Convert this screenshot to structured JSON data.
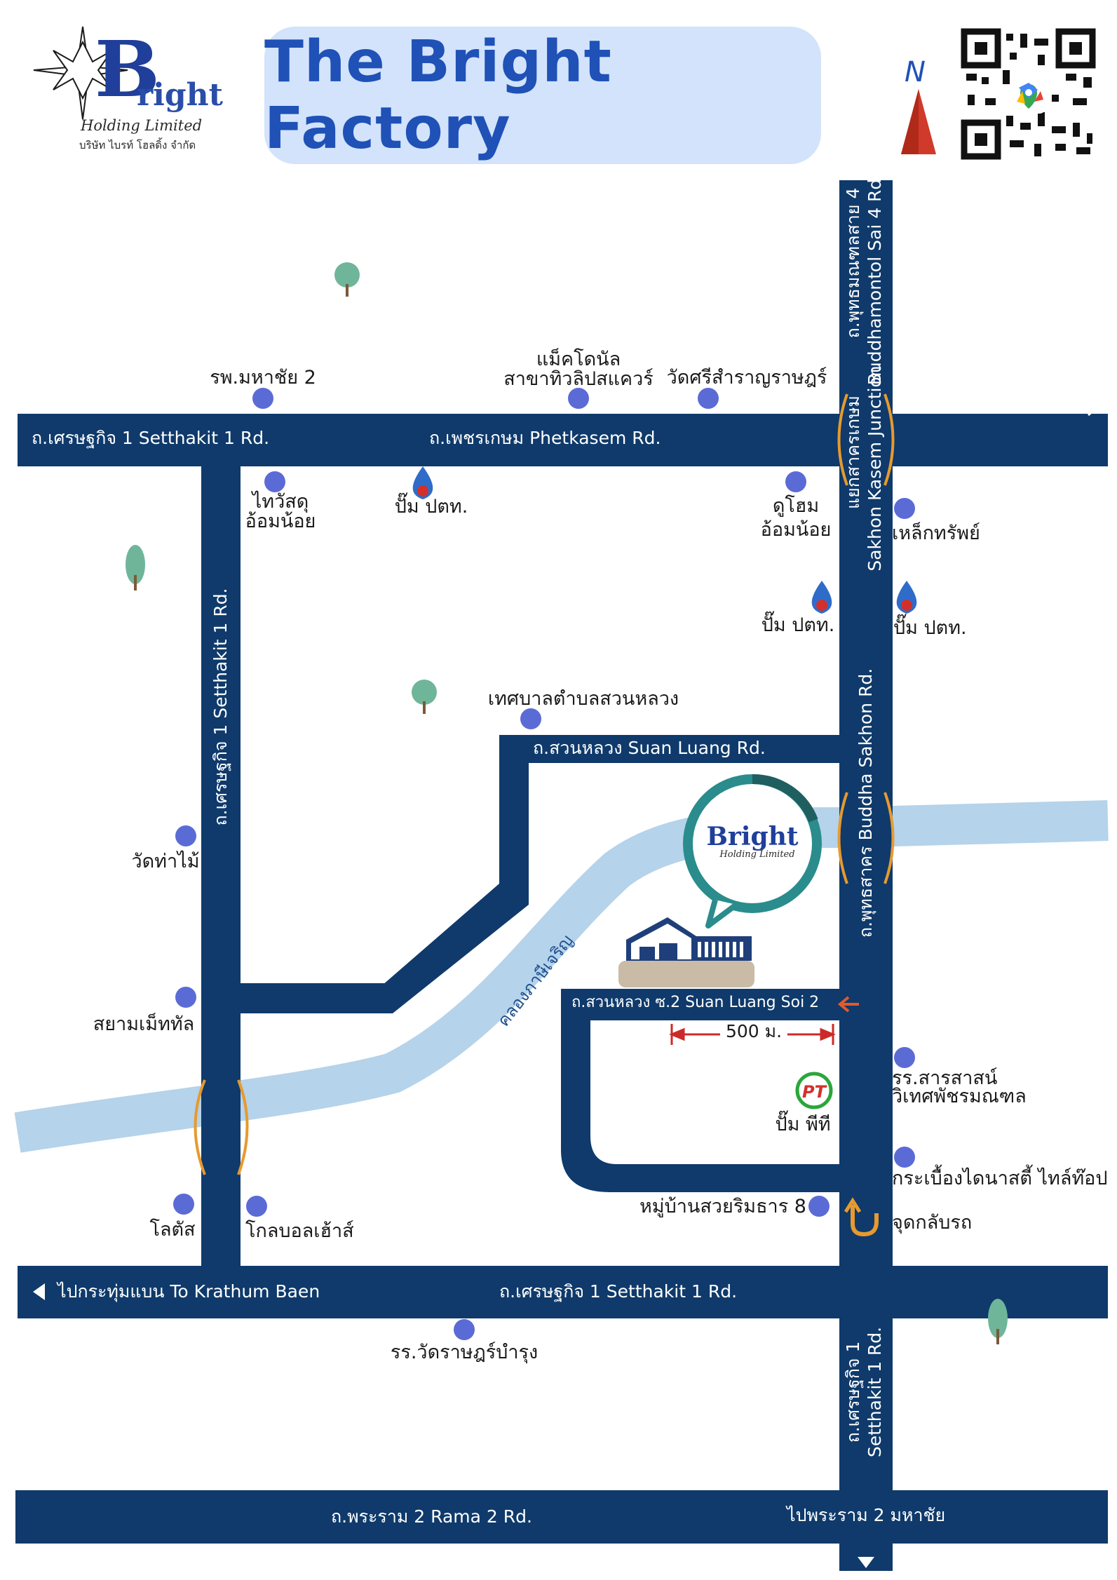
{
  "title": "The Bright Factory",
  "logo": {
    "word": "right",
    "initial": "B",
    "subtitle": "Holding Limited",
    "thai": "บริษัท ไบรท์ โฮลดิ้ง จำกัด"
  },
  "compass": {
    "label": "N"
  },
  "colors": {
    "road": "#0f3a6b",
    "canal": "#b5d3ea",
    "poi_dot": "#5b6bd6",
    "title_bg": "#d2e3fb",
    "title_text": "#1f51b7",
    "bridge": "#e79a2e",
    "pin_ring": "#2a8c8c",
    "north_arrow": "#d03a2a"
  },
  "roads": {
    "phetkasem": "ถ.เพชรเกษม Phetkasem Rd.",
    "setthakit_top_left": "ถ.เศรษฐกิจ 1 Setthakit 1 Rd.",
    "setthakit_vertical": "ถ.เศรษฐกิจ 1 Setthakit 1 Rd.",
    "suan_luang": "ถ.สวนหลวง Suan Luang Rd.",
    "suan_luang_soi2": "ถ.สวนหลวง ซ.2 Suan Luang Soi 2",
    "setthakit_bottom": "ถ.เศรษฐกิจ 1 Setthakit 1 Rd.",
    "krathum_baen": "ไปกระทุ่มแบน To Krathum Baen",
    "rama2": "ถ.พระราม 2 Rama 2 Rd.",
    "rama2_mahachai": "ไปพระราม 2 มหาชัย",
    "buddhamontol_th": "ถ.พุทธมณฑลสาย 4",
    "buddhamontol_en": "Buddhamontol Sai 4 Rd.",
    "sakhon_junction_th": "แยกสาครเกษม",
    "sakhon_junction_en": "Sakhon Kasem Junction",
    "buddha_sakhon": "ถ.พุทธสาคร Buddha Sakhon Rd.",
    "setthakit_right_th": "ถ.เศรษฐกิจ 1",
    "setthakit_right_en": "Setthakit 1 Rd.",
    "canal": "คลองภาษีเจริญ"
  },
  "places": {
    "hospital": "รพ.มหาชัย 2",
    "mcd_1": "แม็คโดนัล",
    "mcd_2": "สาขาทิวลิปสแควร์",
    "temple_sri": "วัดศรีสำราญราษฎร์",
    "thaiwasadu_1": "ไทวัสดุ",
    "thaiwasadu_2": "อ้อมน้อย",
    "ptt_1": "ปั๊ม ปตท.",
    "homepro_1": "ดูโฮม",
    "homepro_2": "อ้อมน้อย",
    "lek_sap": "เหล็กทรัพย์",
    "ptt_2": "ปั๊ม ปตท.",
    "ptt_3": "ปั๊ม ปตท.",
    "municipality": "เทศบาลตำบลสวนหลวง",
    "wat_tha_mai": "วัดท่าไม้",
    "siam_metal": "สยามเม็ททัล",
    "school_1": "รร.สารสาสน์",
    "school_2": "วิเทศพัชรมณฑล",
    "pt_station": "ปั๊ม พีที",
    "tile_shop": "กระเบื้องไดนาสตี้ ไทล์ท๊อป",
    "village": "หมู่บ้านสวยริมธาร 8",
    "u_turn": "จุดกลับรถ",
    "lotus": "โลตัส",
    "global_house": "โกลบอลเฮ้าส์",
    "school_3": "รร.วัดราษฎร์บำรุง"
  },
  "scale": "500 ม.",
  "icons": [
    "north-arrow-icon",
    "qr-code-icon",
    "ptt-drop-icon",
    "pt-station-icon",
    "u-turn-icon",
    "tree-icon",
    "factory-icon",
    "arrow-left-icon",
    "arrow-down-icon",
    "arrow-right-icon"
  ]
}
